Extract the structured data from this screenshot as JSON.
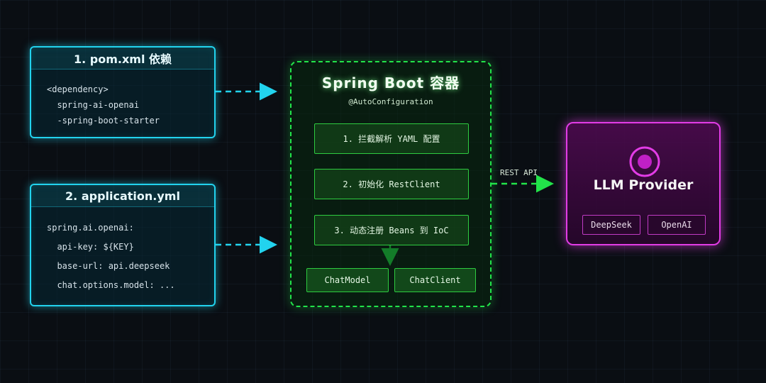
{
  "pom_box": {
    "title": "1. pom.xml 依赖",
    "lines": [
      "<dependency>",
      "  spring-ai-openai",
      "  -spring-boot-starter"
    ]
  },
  "yml_box": {
    "title": "2. application.yml",
    "lines": [
      "spring.ai.openai:",
      "  api-key: ${KEY}",
      "  base-url: api.deepseek",
      "  chat.options.model: ..."
    ]
  },
  "spring_box": {
    "title": "Spring Boot 容器",
    "subtitle": "@AutoConfiguration",
    "steps": [
      "1. 拦截解析 YAML 配置",
      "2. 初始化 RestClient",
      "3. 动态注册 Beans 到 IoC"
    ],
    "outputs": [
      "ChatModel",
      "ChatClient"
    ]
  },
  "connector": {
    "label": "REST API"
  },
  "provider_box": {
    "title": "LLM Provider",
    "chips": [
      "DeepSeek",
      "OpenAI"
    ]
  },
  "colors": {
    "cyan": "#22d3ee",
    "green": "#22e34a",
    "magenta": "#e23ce6",
    "background": "#0a0e13"
  }
}
